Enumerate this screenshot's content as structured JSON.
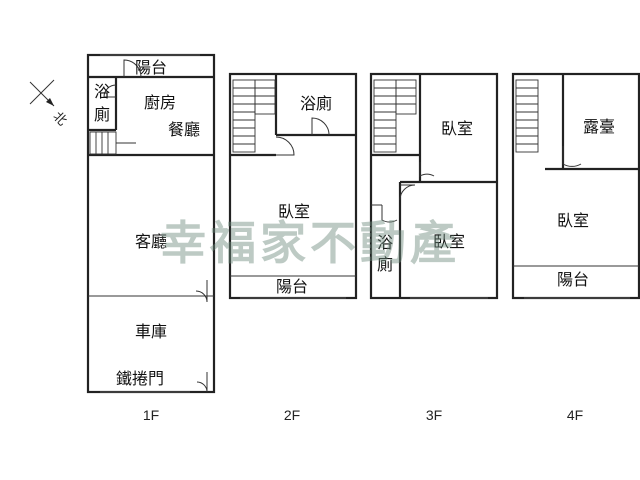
{
  "north_label": "北",
  "floors": [
    {
      "label": "1F",
      "rooms": {
        "balcony": "陽台",
        "bath_top": "浴",
        "bath_bottom": "廁",
        "kitchen": "廚房",
        "dining": "餐廳",
        "living": "客廳",
        "garage": "車庫",
        "rolling_door": "鐵捲門"
      }
    },
    {
      "label": "2F",
      "rooms": {
        "bathroom": "浴廁",
        "bedroom": "臥室",
        "balcony": "陽台"
      }
    },
    {
      "label": "3F",
      "rooms": {
        "bedroom_front": "臥室",
        "bedroom_back": "臥室",
        "bath_top": "浴",
        "bath_bottom": "廁"
      }
    },
    {
      "label": "4F",
      "rooms": {
        "terrace": "露臺",
        "bedroom": "臥室",
        "balcony": "陽台"
      }
    }
  ],
  "watermark": "幸福家不動產"
}
